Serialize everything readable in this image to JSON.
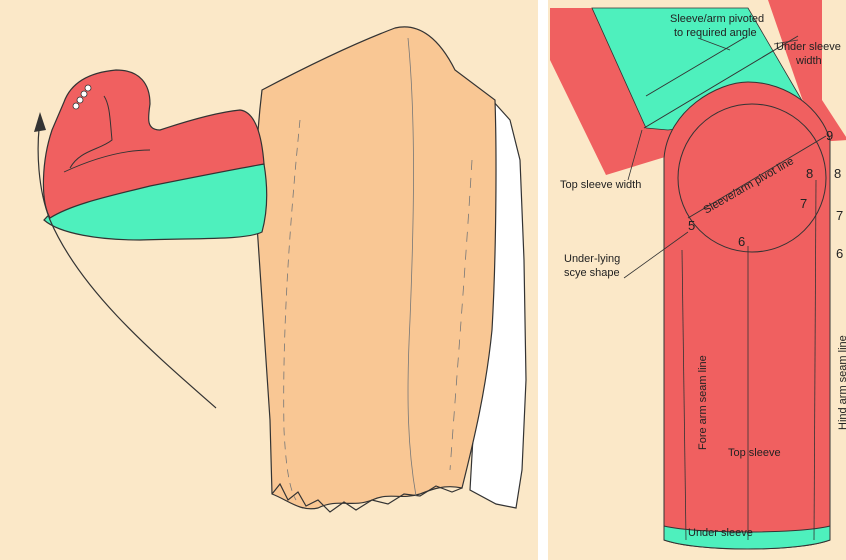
{
  "colors": {
    "background": "#fbe8c8",
    "body": "#f9c794",
    "top_sleeve": "#f06060",
    "under_sleeve": "#4ef0bd",
    "line": "#333333"
  },
  "labels": {
    "pivot_note_line1": "Sleeve/arm pivoted",
    "pivot_note_line2": "to required angle",
    "under_sleeve_width_line1": "Under sleeve",
    "under_sleeve_width_line2": "width",
    "top_sleeve_width": "Top sleeve width",
    "pivot_line": "Sleeve/arm pivot line",
    "scye_line1": "Under-lying",
    "scye_line2": "scye shape",
    "fore_arm_seam": "Fore arm seam line",
    "hind_arm_seam": "Hind arm seam line",
    "top_sleeve": "Top sleeve",
    "under_sleeve": "Under sleeve"
  },
  "points": {
    "p9": "9",
    "p8a": "8",
    "p8b": "8",
    "p7a": "7",
    "p7b": "7",
    "p6a": "6",
    "p6b": "6",
    "p5": "5"
  }
}
